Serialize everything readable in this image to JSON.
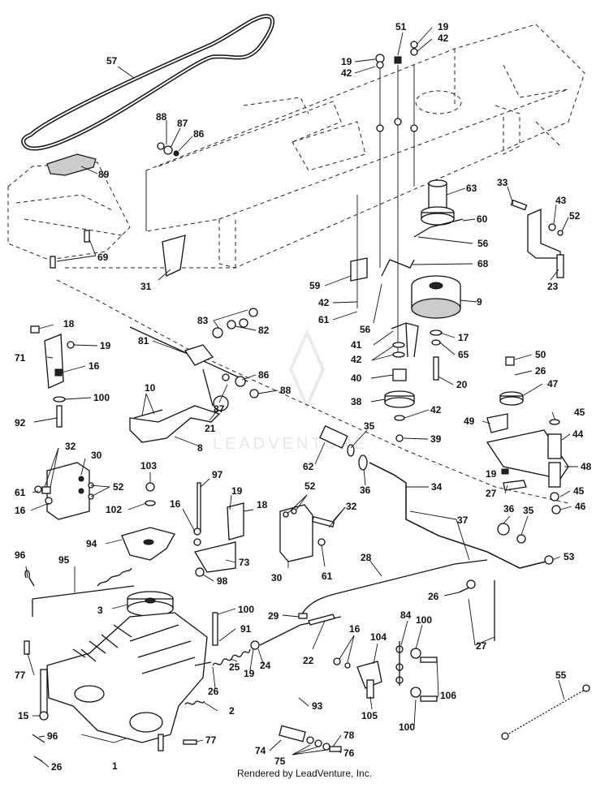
{
  "footer": "Rendered by LeadVenture, Inc.",
  "watermark": "LEADVENTURE",
  "callouts": [
    {
      "id": "c57",
      "text": "57"
    },
    {
      "id": "c88a",
      "text": "88"
    },
    {
      "id": "c87a",
      "text": "87"
    },
    {
      "id": "c86a",
      "text": "86"
    },
    {
      "id": "c89",
      "text": "89"
    },
    {
      "id": "c69",
      "text": "69"
    },
    {
      "id": "c31",
      "text": "31"
    },
    {
      "id": "c19a",
      "text": "19"
    },
    {
      "id": "c42a",
      "text": "42"
    },
    {
      "id": "c51",
      "text": "51"
    },
    {
      "id": "c19b",
      "text": "19"
    },
    {
      "id": "c42b",
      "text": "42"
    },
    {
      "id": "c63",
      "text": "63"
    },
    {
      "id": "c60",
      "text": "60"
    },
    {
      "id": "c56a",
      "text": "56"
    },
    {
      "id": "c68",
      "text": "68"
    },
    {
      "id": "c59",
      "text": "59"
    },
    {
      "id": "c42c",
      "text": "42"
    },
    {
      "id": "c61a",
      "text": "61"
    },
    {
      "id": "c56b",
      "text": "56"
    },
    {
      "id": "c9",
      "text": "9"
    },
    {
      "id": "c41",
      "text": "41"
    },
    {
      "id": "c17",
      "text": "17"
    },
    {
      "id": "c65",
      "text": "65"
    },
    {
      "id": "c42d",
      "text": "42"
    },
    {
      "id": "c40",
      "text": "40"
    },
    {
      "id": "c20",
      "text": "20"
    },
    {
      "id": "c38",
      "text": "38"
    },
    {
      "id": "c42e",
      "text": "42"
    },
    {
      "id": "c39",
      "text": "39"
    },
    {
      "id": "c33",
      "text": "33"
    },
    {
      "id": "c43",
      "text": "43"
    },
    {
      "id": "c52a",
      "text": "52"
    },
    {
      "id": "c23",
      "text": "23"
    },
    {
      "id": "c18a",
      "text": "18"
    },
    {
      "id": "c19c",
      "text": "19"
    },
    {
      "id": "c71",
      "text": "71"
    },
    {
      "id": "c16a",
      "text": "16"
    },
    {
      "id": "c100a",
      "text": "100"
    },
    {
      "id": "c92",
      "text": "92"
    },
    {
      "id": "c83",
      "text": "83"
    },
    {
      "id": "c82",
      "text": "82"
    },
    {
      "id": "c81",
      "text": "81"
    },
    {
      "id": "c86b",
      "text": "86"
    },
    {
      "id": "c88b",
      "text": "88"
    },
    {
      "id": "c87b",
      "text": "87"
    },
    {
      "id": "c10",
      "text": "10"
    },
    {
      "id": "c21",
      "text": "21"
    },
    {
      "id": "c8",
      "text": "8"
    },
    {
      "id": "c50",
      "text": "50"
    },
    {
      "id": "c26a",
      "text": "26"
    },
    {
      "id": "c47",
      "text": "47"
    },
    {
      "id": "c45a",
      "text": "45"
    },
    {
      "id": "c49",
      "text": "49"
    },
    {
      "id": "c44",
      "text": "44"
    },
    {
      "id": "c48",
      "text": "48"
    },
    {
      "id": "c19d",
      "text": "19"
    },
    {
      "id": "c27a",
      "text": "27"
    },
    {
      "id": "c45b",
      "text": "45"
    },
    {
      "id": "c46",
      "text": "46"
    },
    {
      "id": "c35a",
      "text": "35"
    },
    {
      "id": "c62",
      "text": "62"
    },
    {
      "id": "c36a",
      "text": "36"
    },
    {
      "id": "c34",
      "text": "34"
    },
    {
      "id": "c32a",
      "text": "32"
    },
    {
      "id": "c30a",
      "text": "30"
    },
    {
      "id": "c61b",
      "text": "61"
    },
    {
      "id": "c52b",
      "text": "52"
    },
    {
      "id": "c16b",
      "text": "16"
    },
    {
      "id": "c103",
      "text": "103"
    },
    {
      "id": "c97",
      "text": "97"
    },
    {
      "id": "c102",
      "text": "102"
    },
    {
      "id": "c16c",
      "text": "16"
    },
    {
      "id": "c19e",
      "text": "19"
    },
    {
      "id": "c18b",
      "text": "18"
    },
    {
      "id": "c94",
      "text": "94"
    },
    {
      "id": "c73",
      "text": "73"
    },
    {
      "id": "c98",
      "text": "98"
    },
    {
      "id": "c52c",
      "text": "52"
    },
    {
      "id": "c32b",
      "text": "32"
    },
    {
      "id": "c30b",
      "text": "30"
    },
    {
      "id": "c61c",
      "text": "61"
    },
    {
      "id": "c36b",
      "text": "36"
    },
    {
      "id": "c35b",
      "text": "35"
    },
    {
      "id": "c37",
      "text": "37"
    },
    {
      "id": "c53",
      "text": "53"
    },
    {
      "id": "c96a",
      "text": "96"
    },
    {
      "id": "c95",
      "text": "95"
    },
    {
      "id": "c3",
      "text": "3"
    },
    {
      "id": "c28",
      "text": "28"
    },
    {
      "id": "c26b",
      "text": "26"
    },
    {
      "id": "c100b",
      "text": "100"
    },
    {
      "id": "c91",
      "text": "91"
    },
    {
      "id": "c29",
      "text": "29"
    },
    {
      "id": "c84",
      "text": "84"
    },
    {
      "id": "c100c",
      "text": "100"
    },
    {
      "id": "c27b",
      "text": "27"
    },
    {
      "id": "c77a",
      "text": "77"
    },
    {
      "id": "c25",
      "text": "25"
    },
    {
      "id": "c19f",
      "text": "19"
    },
    {
      "id": "c24",
      "text": "24"
    },
    {
      "id": "c22",
      "text": "22"
    },
    {
      "id": "c16d",
      "text": "16"
    },
    {
      "id": "c104",
      "text": "104"
    },
    {
      "id": "c26c",
      "text": "26"
    },
    {
      "id": "c106",
      "text": "106"
    },
    {
      "id": "c55",
      "text": "55"
    },
    {
      "id": "c15",
      "text": "15"
    },
    {
      "id": "c2",
      "text": "2"
    },
    {
      "id": "c93",
      "text": "93"
    },
    {
      "id": "c105",
      "text": "105"
    },
    {
      "id": "c100d",
      "text": "100"
    },
    {
      "id": "c96b",
      "text": "96"
    },
    {
      "id": "c77b",
      "text": "77"
    },
    {
      "id": "c74",
      "text": "74"
    },
    {
      "id": "c78",
      "text": "78"
    },
    {
      "id": "c26d",
      "text": "26"
    },
    {
      "id": "c1",
      "text": "1"
    },
    {
      "id": "c75",
      "text": "75"
    },
    {
      "id": "c76",
      "text": "76"
    }
  ]
}
